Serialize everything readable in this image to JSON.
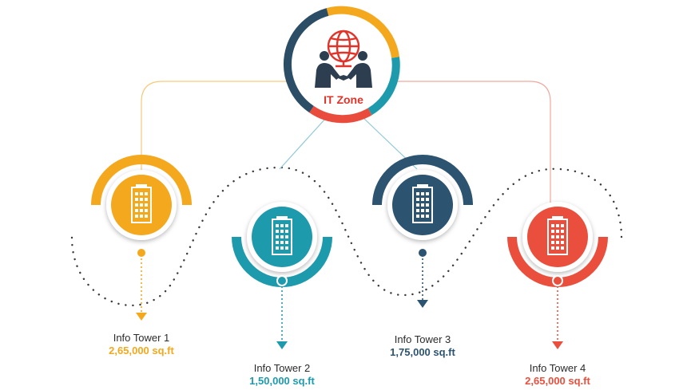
{
  "hub": {
    "title": "IT Zone",
    "icon": "globe-handshake-icon",
    "ring_colors": [
      "#f4a81d",
      "#1e9aad",
      "#e94b3c",
      "#2c4d66"
    ],
    "title_color": "#e0342a",
    "icon_color": "#e0342a"
  },
  "towers": [
    {
      "name": "Info Tower 1",
      "area": "2,65,000 sq.ft",
      "color": "#f4a81d",
      "icon": "building-icon"
    },
    {
      "name": "Info Tower 2",
      "area": "1,50,000 sq.ft",
      "color": "#1e9aad",
      "icon": "building-icon"
    },
    {
      "name": "Info Tower 3",
      "area": "1,75,000 sq.ft",
      "color": "#2c5370",
      "icon": "building-icon"
    },
    {
      "name": "Info Tower 4",
      "area": "2,65,000 sq.ft",
      "color": "#ea4f3e",
      "icon": "building-icon"
    }
  ],
  "connector_colors": {
    "left": "#f7c97a",
    "middle": "#8fc9d6",
    "right": "#f0a99e"
  }
}
